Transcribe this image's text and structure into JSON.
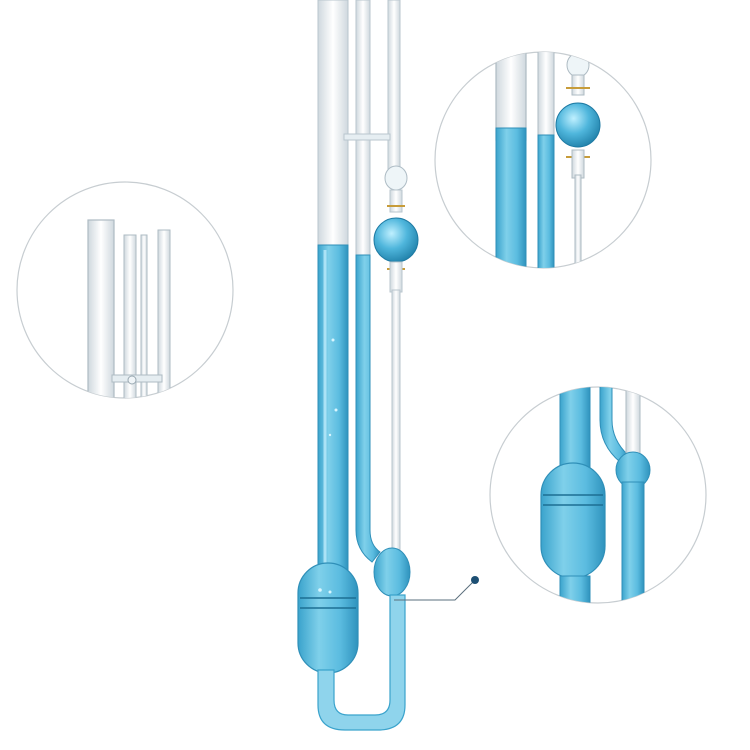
{
  "image": {
    "subject": "viscometer",
    "liquid_color": "#6ec6e4",
    "liquid_dark": "#3aa3cc",
    "glass_color": "#d9e4ea",
    "callout_dot_color": "#1d4f73"
  },
  "insets": [
    {
      "name": "inset-top-three-tubes"
    },
    {
      "name": "inset-top-right-bulb-detail"
    },
    {
      "name": "inset-bottom-right-reservoir-detail"
    }
  ]
}
